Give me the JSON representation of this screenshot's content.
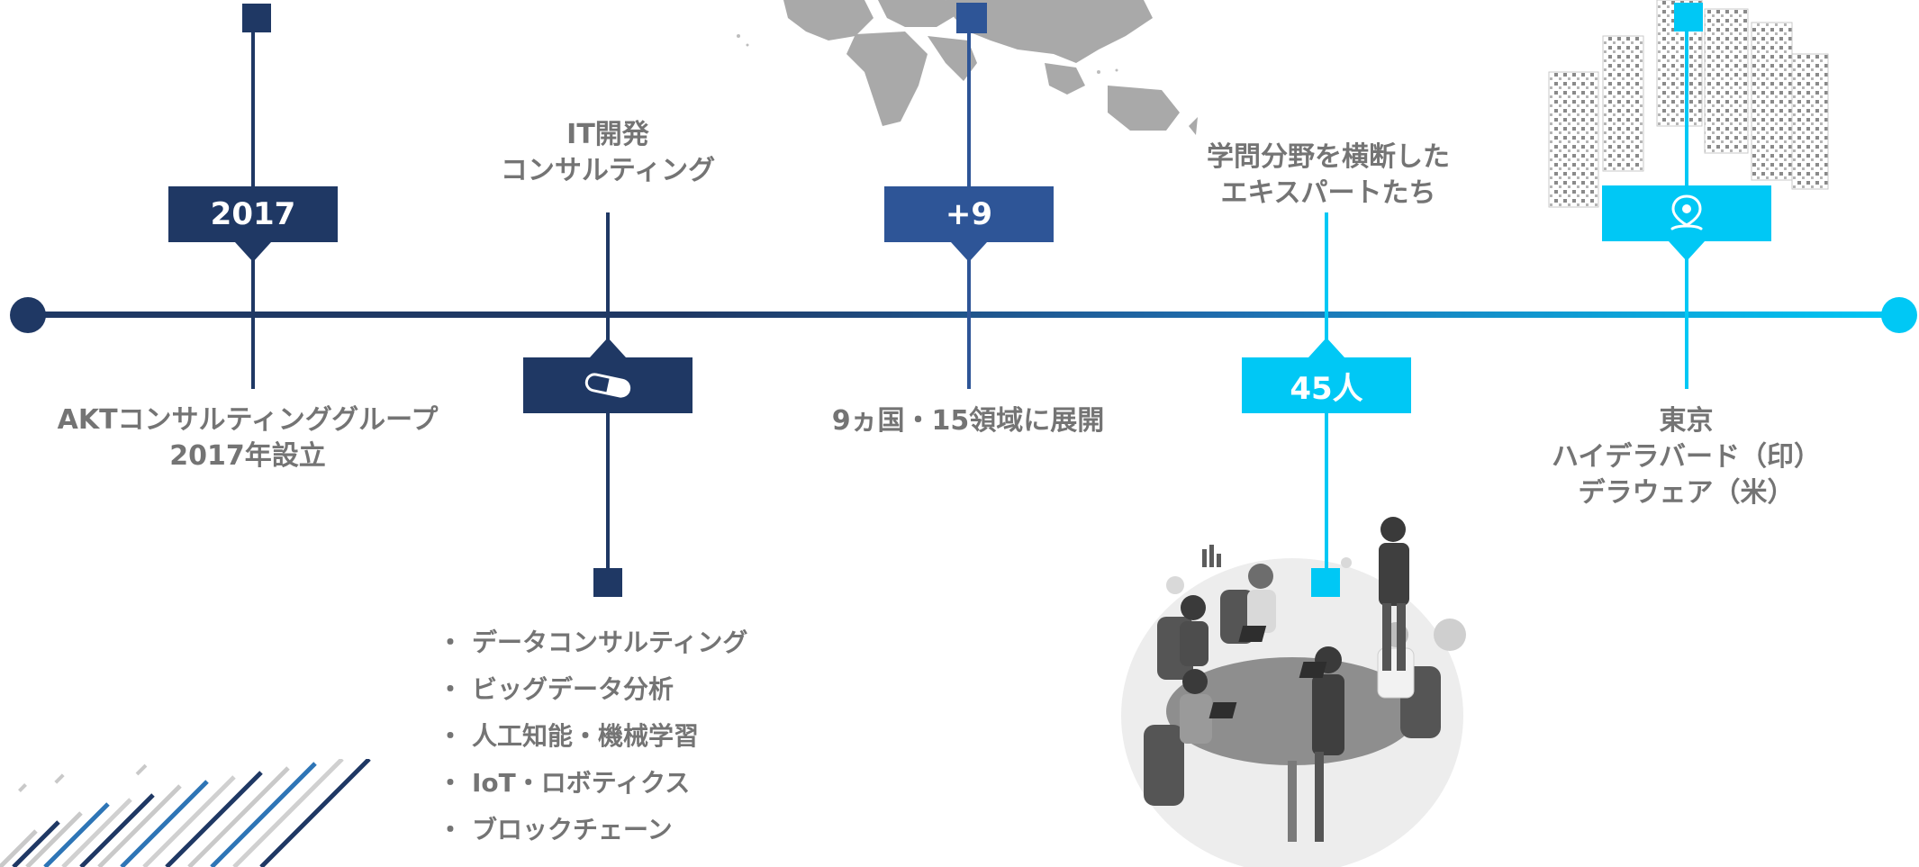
{
  "milestones": [
    {
      "badge": "2017",
      "caption_lines": [
        "AKTコンサルティンググループ",
        "2017年設立"
      ],
      "color": "#1f3864"
    },
    {
      "badge_icon": "pill-icon",
      "caption_lines": [
        "IT開発",
        "コンサルティング"
      ],
      "list": [
        "データコンサルティング",
        "ビッグデータ分析",
        "人工知能・機械学習",
        "IoT・ロボティクス",
        "ブロックチェーン"
      ],
      "color": "#1f3864"
    },
    {
      "badge": "+9",
      "caption_lines": [
        "9ヵ国・15領域に展開"
      ],
      "color": "#2e5597"
    },
    {
      "badge": "45人",
      "caption_lines": [
        "学問分野を横断した",
        "エキスパートたち"
      ],
      "color": "#00c8f5"
    },
    {
      "badge_icon": "location-pin-icon",
      "caption_lines": [
        "東京",
        "ハイデラバード（印）",
        "デラウェア（米）"
      ],
      "color": "#00c8f5"
    }
  ],
  "timeline": {
    "start_color": "#1f3864",
    "end_color": "#00c8f5"
  },
  "bullet_char": "・"
}
